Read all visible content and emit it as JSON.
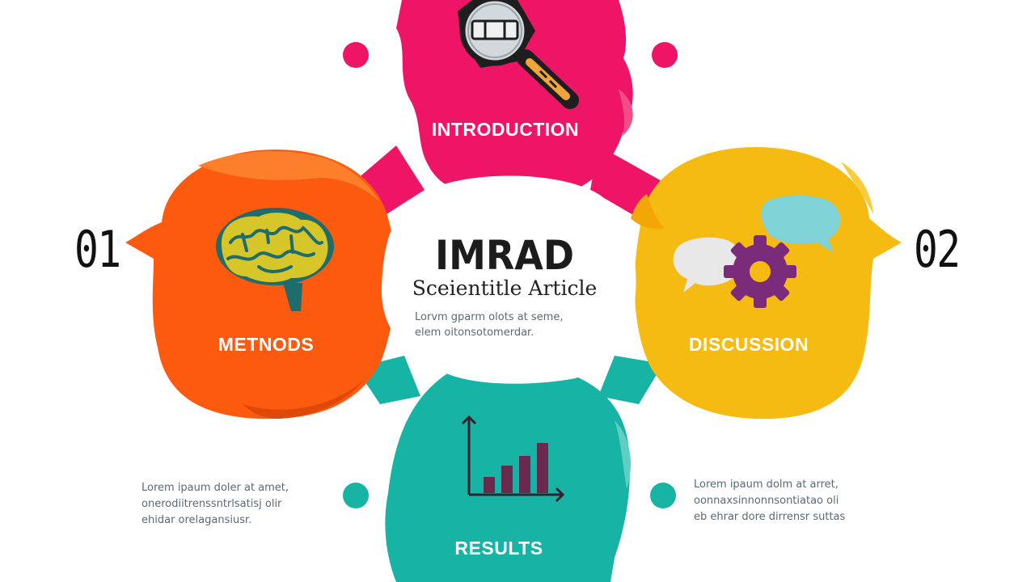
{
  "center": {
    "title": "IMRAD",
    "subtitle": "Sceientitle Article",
    "body": [
      "Lorvm gparm olots at seme,",
      "elem oitonsotomerdar."
    ]
  },
  "steps": {
    "introduction": {
      "label": "INTRODUCTION",
      "color": "#ee1466",
      "icon": "magnifying-glass-icon"
    },
    "methods": {
      "label": "METNODS",
      "color": "#fb5a0f",
      "icon": "brain-icon"
    },
    "discussion": {
      "label": "DISCUSSION",
      "color": "#f6bb12",
      "icon": "speech-bubbles-gear-icon"
    },
    "results": {
      "label": "RESULTS",
      "color": "#17b3a5",
      "icon": "bar-chart-icon"
    }
  },
  "numbers": {
    "left": "01",
    "right": "02"
  },
  "notes": {
    "left": [
      "Lorem ipaum doler at amet,",
      "onerodiitrenssntrlsatisj olir",
      "ehidar orelagansiusr."
    ],
    "right": [
      "Lorem ipaum dolm at arret,",
      "oonnaxsinnonnsontiatao oli",
      "eb ehrar dore dirrensr suttas"
    ]
  },
  "colors": {
    "pink": "#ee1466",
    "orange": "#fb5a0f",
    "yellow": "#f6bb12",
    "teal": "#17b3a5",
    "text": "#5a6a76"
  }
}
